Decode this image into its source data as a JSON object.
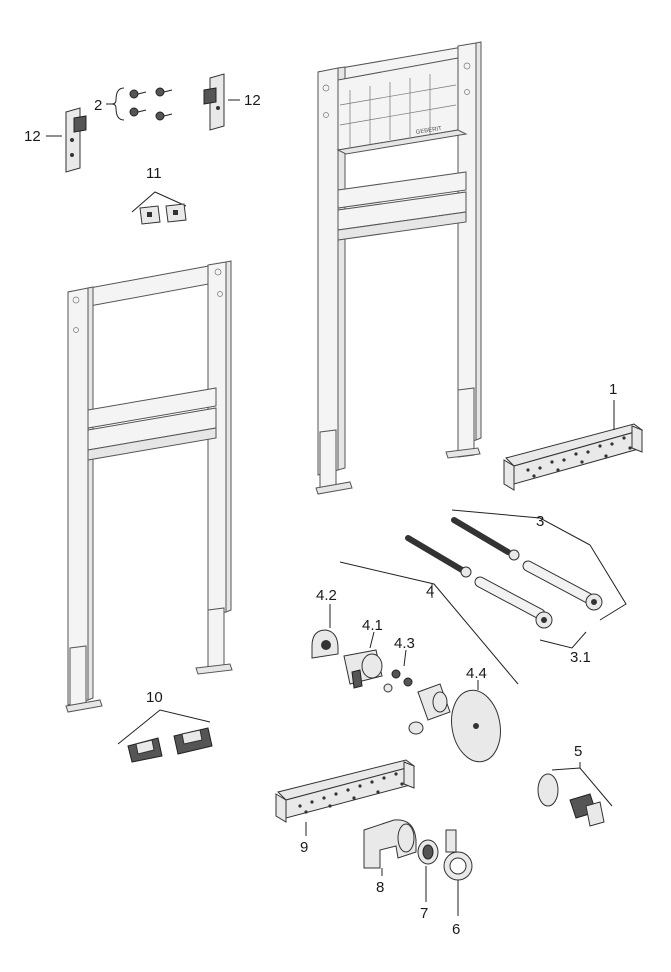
{
  "labels": {
    "p1": "1",
    "p2": "2",
    "p3": "3",
    "p3_1": "3.1",
    "p4": "4",
    "p4_1": "4.1",
    "p4_2": "4.2",
    "p4_3": "4.3",
    "p4_4": "4.4",
    "p5": "5",
    "p6": "6",
    "p7": "7",
    "p8": "8",
    "p9": "9",
    "p10": "10",
    "p11": "11",
    "p12a": "12",
    "p12b": "12"
  },
  "frame_logo": "GEBERIT"
}
